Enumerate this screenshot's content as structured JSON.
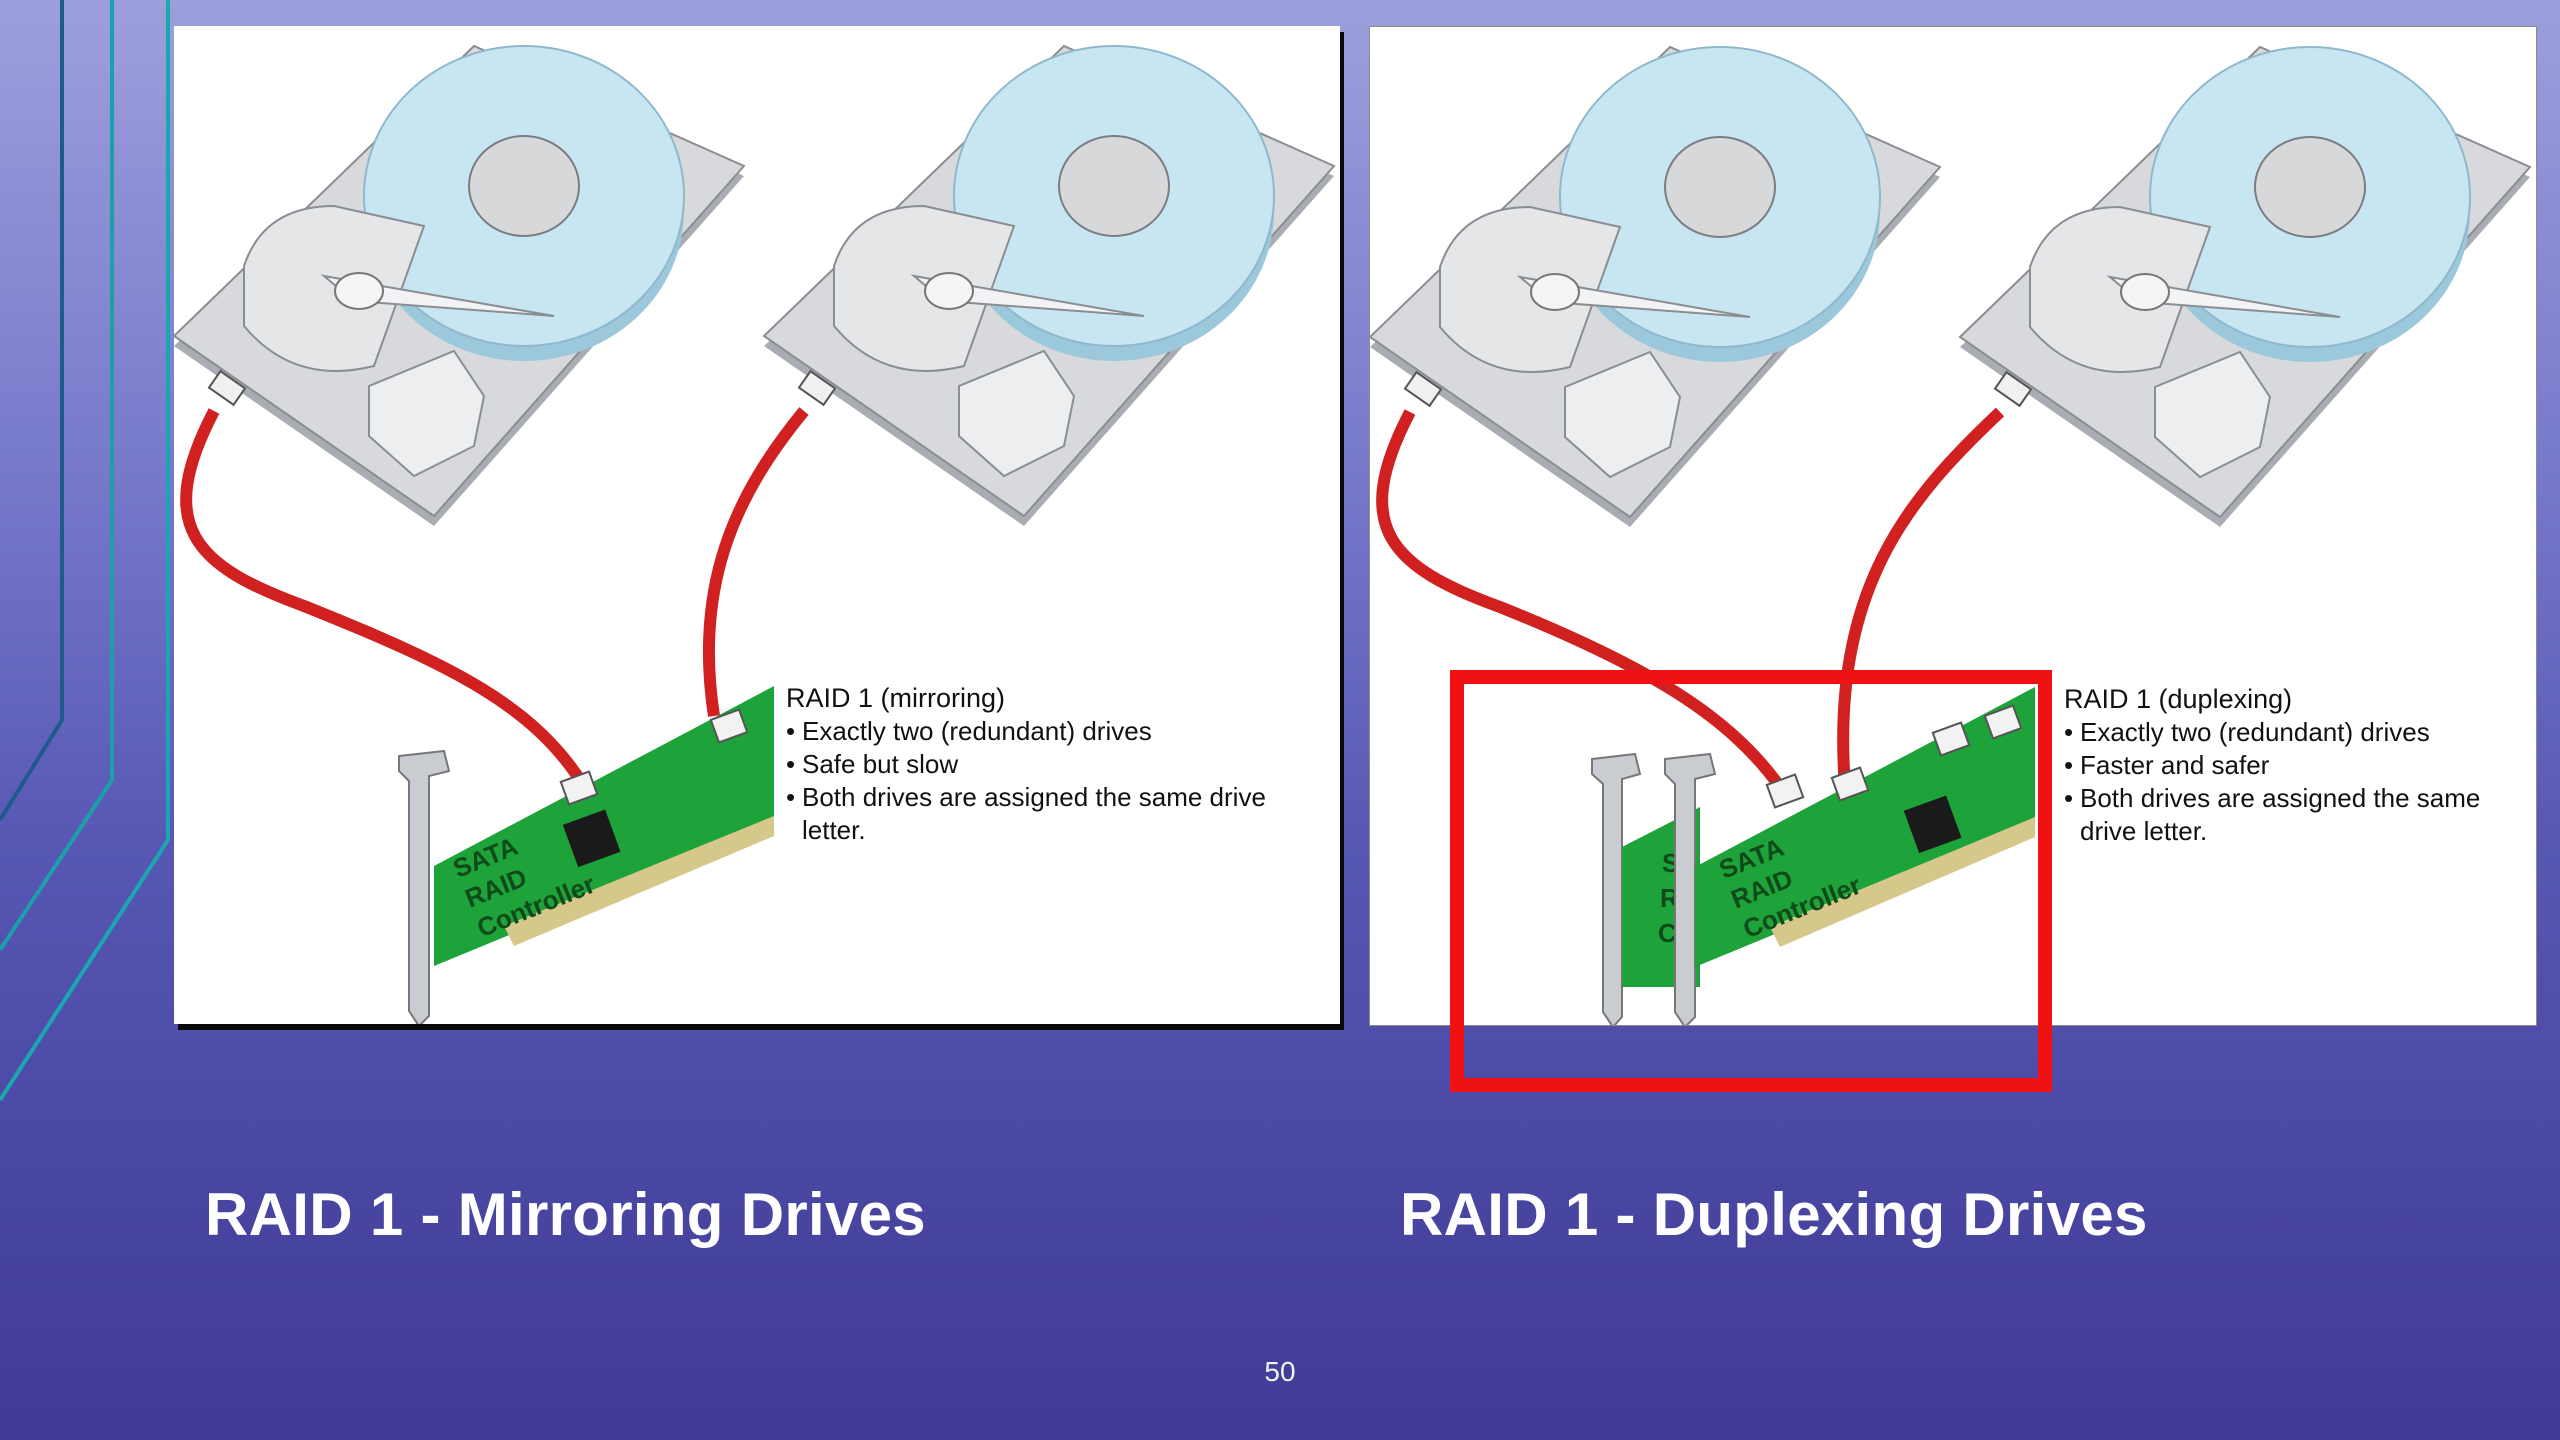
{
  "slide": {
    "page_number": "50"
  },
  "left_figure": {
    "card_label": "SATA\nRAID\nController",
    "card_label_lines": [
      "SATA",
      "RAID",
      "Controller"
    ],
    "info_title": "RAID 1 (mirroring)",
    "bullets": [
      "Exactly two (redundant) drives",
      "Safe but slow",
      "Both drives are assigned the same drive letter."
    ],
    "caption": "RAID 1 - Mirroring Drives"
  },
  "right_figure": {
    "card_label_lines": [
      "SATA",
      "RAID",
      "Controller"
    ],
    "back_card_letters": [
      "S",
      "R",
      "C"
    ],
    "info_title": "RAID 1 (duplexing)",
    "bullets": [
      "Exactly two (redundant) drives",
      "Faster and safer",
      "Both drives are assigned the same drive letter."
    ],
    "caption": "RAID 1 - Duplexing Drives"
  },
  "colors": {
    "cable": "#d02020",
    "card": "#1da33a",
    "highlight": "#f01212",
    "platter": "#bfe0ee",
    "drive_body": "#cfd2d6"
  }
}
